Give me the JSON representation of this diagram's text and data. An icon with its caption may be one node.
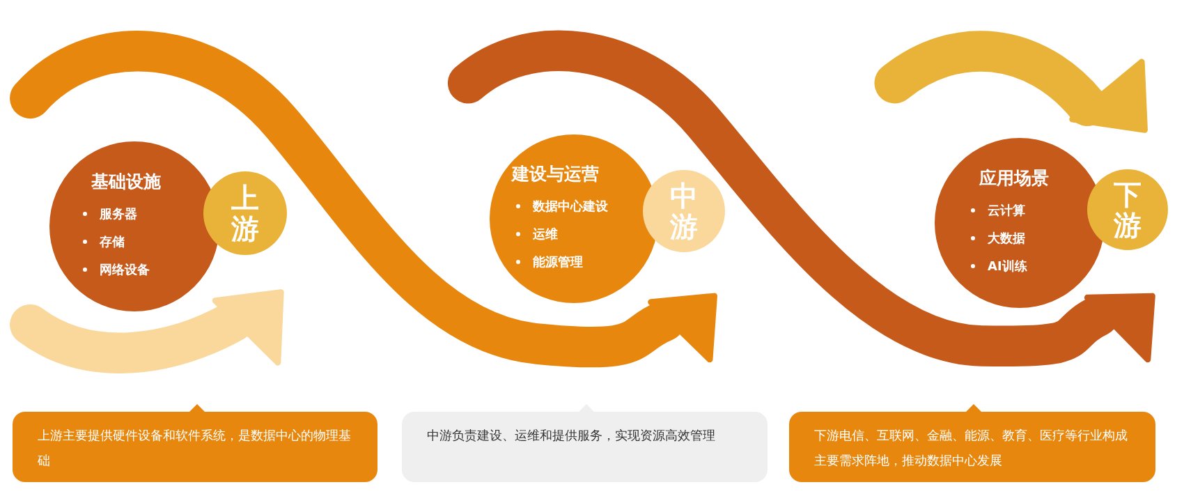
{
  "diagram": {
    "nodes": [
      {
        "text": [
          "基础设施",
          "服务器",
          "存储",
          "网络设备"
        ]
      },
      {
        "text": [
          "上游"
        ]
      },
      {
        "text": [
          "建设与运营",
          "数据中心建设",
          "运维",
          "能源管理"
        ]
      },
      {
        "text": [
          "中游"
        ]
      },
      {
        "text": [
          "应用场景",
          "云计算",
          "大数据",
          "AI训练"
        ]
      },
      {
        "text": [
          "下游"
        ]
      },
      {
        "text": [
          "上游主要提供硬件设备和软件系统，是数据中心的物理基础"
        ]
      },
      {
        "text": [
          "中游负责建设、运维和提供服务，实现资源高效管理"
        ]
      },
      {
        "text": [
          "下游电信、互联网、金融、能源、教育、医疗等行业构成主要需求阵地，推动数据中心发展"
        ]
      }
    ]
  }
}
